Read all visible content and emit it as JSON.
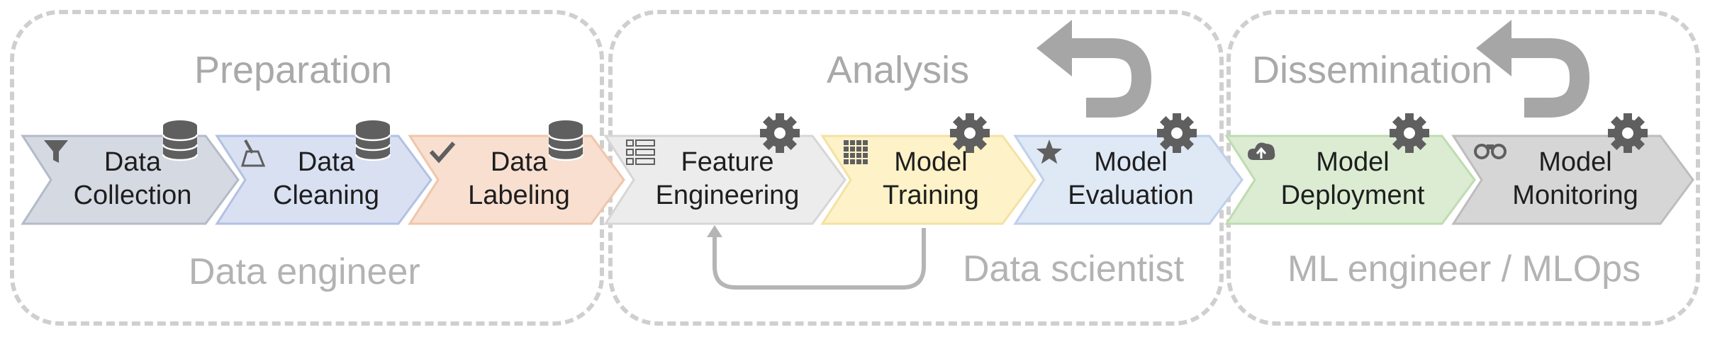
{
  "phases": [
    {
      "title": "Preparation",
      "role": "Data engineer"
    },
    {
      "title": "Analysis",
      "role": "Data scientist"
    },
    {
      "title": "Dissemination",
      "role": "ML engineer / MLOps"
    }
  ],
  "steps": [
    {
      "line1": "Data",
      "line2": "Collection",
      "fill": "#d5d9e2",
      "stroke": "#b4bac9",
      "icon": "funnel-icon",
      "badge": "database-icon"
    },
    {
      "line1": "Data",
      "line2": "Cleaning",
      "fill": "#d8e0f2",
      "stroke": "#b3c1e2",
      "icon": "broom-icon",
      "badge": "database-icon"
    },
    {
      "line1": "Data",
      "line2": "Labeling",
      "fill": "#f8dfd0",
      "stroke": "#efc6ab",
      "icon": "checkmark-icon",
      "badge": "database-icon"
    },
    {
      "line1": "Feature",
      "line2": "Engineering",
      "fill": "#ececec",
      "stroke": "#d6d6d6",
      "icon": "list-icon",
      "badge": "gear-icon"
    },
    {
      "line1": "Model",
      "line2": "Training",
      "fill": "#fdf2c8",
      "stroke": "#f3e2a4",
      "icon": "grid-icon",
      "badge": "gear-icon"
    },
    {
      "line1": "Model",
      "line2": "Evaluation",
      "fill": "#dfe8f5",
      "stroke": "#bfd0ea",
      "icon": "star-icon",
      "badge": "gear-icon"
    },
    {
      "line1": "Model",
      "line2": "Deployment",
      "fill": "#dbecd3",
      "stroke": "#bedcb0",
      "icon": "cloud-upload-icon",
      "badge": "gear-icon"
    },
    {
      "line1": "Model",
      "line2": "Monitoring",
      "fill": "#d6d6d6",
      "stroke": "#bdbdbd",
      "icon": "binoculars-icon",
      "badge": "gear-icon"
    }
  ],
  "colors": {
    "icon": "#5f5f5f",
    "arrow": "#a6a6a6",
    "loop": "#b5b5b5",
    "dash": "#cfcfcf"
  }
}
